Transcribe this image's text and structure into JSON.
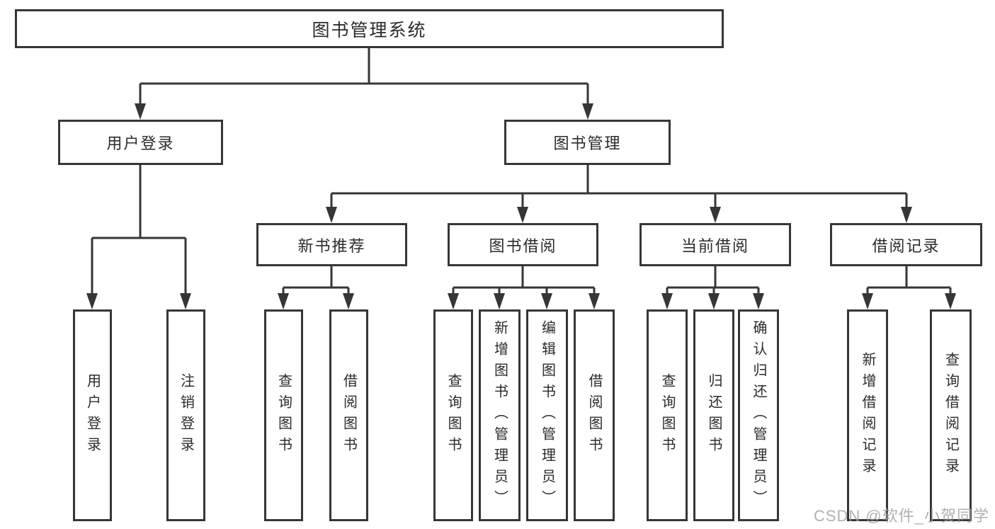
{
  "diagram_title": "图书管理系统",
  "tree": {
    "label": "图书管理系统",
    "children": [
      {
        "label": "用户登录",
        "children": [
          {
            "label": "用户登录"
          },
          {
            "label": "注销登录"
          }
        ]
      },
      {
        "label": "图书管理",
        "children": [
          {
            "label": "新书推荐",
            "children": [
              {
                "label": "查询图书"
              },
              {
                "label": "借阅图书"
              }
            ]
          },
          {
            "label": "图书借阅",
            "children": [
              {
                "label": "查询图书"
              },
              {
                "label": "新增图书（管理员）"
              },
              {
                "label": "编辑图书（管理员）"
              },
              {
                "label": "借阅图书"
              }
            ]
          },
          {
            "label": "当前借阅",
            "children": [
              {
                "label": "查询图书"
              },
              {
                "label": "归还图书"
              },
              {
                "label": "确认归还（管理员）"
              }
            ]
          },
          {
            "label": "借阅记录",
            "children": [
              {
                "label": "新增借阅记录"
              },
              {
                "label": "查询借阅记录"
              }
            ]
          }
        ]
      }
    ]
  },
  "watermark": {
    "text": "CSDN @软件_小贺同学"
  },
  "colors": {
    "line": "#363636",
    "box_border": "#363636",
    "text": "#2b2b2b",
    "watermark": "#a0a0a0",
    "background": "#ffffff"
  }
}
